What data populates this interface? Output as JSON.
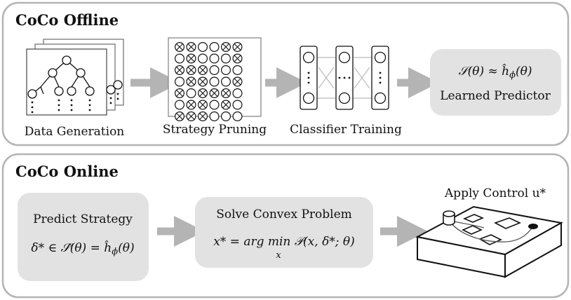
{
  "offline": {
    "title": "CoCo Offline",
    "steps": [
      {
        "label": "Data Generation"
      },
      {
        "label": "Strategy Pruning"
      },
      {
        "label": "Classifier Training"
      }
    ],
    "predictor": {
      "formula": "𝒮(θ) ≈ ĥ",
      "formula_sub": "ϕ",
      "formula_tail": "(θ)",
      "label": "Learned Predictor"
    }
  },
  "online": {
    "title": "CoCo Online",
    "predict": {
      "label": "Predict Strategy",
      "formula": "δ* ∈ 𝒮̂(θ) = ĥ",
      "formula_sub": "ϕ",
      "formula_tail": "(θ)"
    },
    "solve": {
      "label": "Solve Convex Problem",
      "formula": "x* = arg min 𝒫(x, δ*; θ)",
      "formula_sub": "x"
    },
    "apply": {
      "label": "Apply Control u*"
    }
  },
  "pruning_grid": [
    [
      1,
      1,
      0,
      0,
      1,
      1
    ],
    [
      0,
      1,
      0,
      0,
      0,
      1
    ],
    [
      1,
      1,
      1,
      0,
      0,
      0
    ],
    [
      0,
      1,
      1,
      0,
      0,
      1
    ],
    [
      1,
      0,
      1,
      1,
      1,
      0
    ],
    [
      0,
      1,
      1,
      0,
      1,
      0
    ],
    [
      1,
      1,
      1,
      0,
      0,
      0
    ]
  ],
  "colors": {
    "panel_border": "#b4b4b4",
    "box_fill": "#e2e2e2",
    "arrow": "#b4b4b4",
    "ink": "#111111"
  }
}
